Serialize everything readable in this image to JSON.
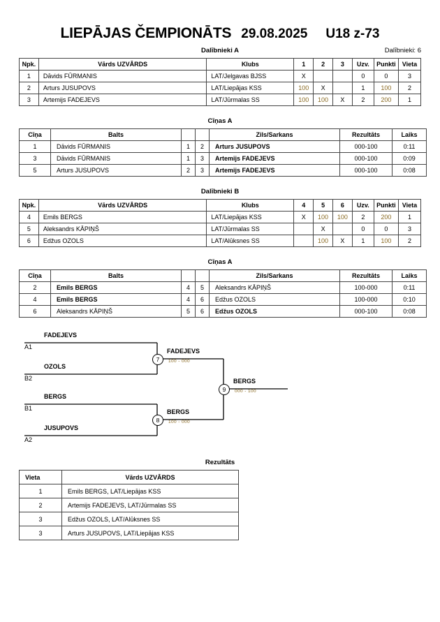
{
  "header": {
    "title": "LIEPĀJAS ČEMPIONĀTS",
    "date": "29.08.2025",
    "category": "U18 z-73",
    "section_label": "Dalībnieki A",
    "participants_count_label": "Dalībnieki: 6"
  },
  "group_a": {
    "caption": "Dalībnieki A",
    "columns": [
      "Npk.",
      "Vārds UZVĀRDS",
      "Klubs",
      "1",
      "2",
      "3",
      "Uzv.",
      "Punkti",
      "Vieta"
    ],
    "rows": [
      {
        "npk": "1",
        "name": "Dāvids FŪRMANIS",
        "club": "LAT/Jelgavas BJSS",
        "vs": [
          "X",
          "",
          ""
        ],
        "uzv": "0",
        "punkti": "0",
        "vieta": "3"
      },
      {
        "npk": "2",
        "name": "Arturs JUSUPOVS",
        "club": "LAT/Liepājas KSS",
        "vs": [
          "100",
          "X",
          ""
        ],
        "uzv": "1",
        "punkti": "100",
        "vieta": "2"
      },
      {
        "npk": "3",
        "name": "Artemijs FADEJEVS",
        "club": "LAT/Jūrmalas SS",
        "vs": [
          "100",
          "100",
          "X"
        ],
        "uzv": "2",
        "punkti": "200",
        "vieta": "1"
      }
    ]
  },
  "matches_a": {
    "caption": "Cīņas A",
    "columns": [
      "Cīņa",
      "Balts",
      "",
      "",
      "Zils/Sarkans",
      "Rezultāts",
      "Laiks"
    ],
    "rows": [
      {
        "no": "1",
        "white": "Dāvids FŪRMANIS",
        "n1": "1",
        "n2": "2",
        "blue": "Arturs JUSUPOVS",
        "result": "000-100",
        "time": "0:11",
        "winner": "blue"
      },
      {
        "no": "3",
        "white": "Dāvids FŪRMANIS",
        "n1": "1",
        "n2": "3",
        "blue": "Artemijs FADEJEVS",
        "result": "000-100",
        "time": "0:09",
        "winner": "blue"
      },
      {
        "no": "5",
        "white": "Arturs JUSUPOVS",
        "n1": "2",
        "n2": "3",
        "blue": "Artemijs FADEJEVS",
        "result": "000-100",
        "time": "0:08",
        "winner": "blue"
      }
    ]
  },
  "group_b": {
    "caption": "Dalībnieki B",
    "columns": [
      "Npk.",
      "Vārds UZVĀRDS",
      "Klubs",
      "4",
      "5",
      "6",
      "Uzv.",
      "Punkti",
      "Vieta"
    ],
    "rows": [
      {
        "npk": "4",
        "name": "Emils BERGS",
        "club": "LAT/Liepājas KSS",
        "vs": [
          "X",
          "100",
          "100"
        ],
        "uzv": "2",
        "punkti": "200",
        "vieta": "1"
      },
      {
        "npk": "5",
        "name": "Aleksandrs KĀPIŅŠ",
        "club": "LAT/Jūrmalas SS",
        "vs": [
          "",
          "X",
          ""
        ],
        "uzv": "0",
        "punkti": "0",
        "vieta": "3"
      },
      {
        "npk": "6",
        "name": "Edžus OZOLS",
        "club": "LAT/Alūksnes SS",
        "vs": [
          "",
          "100",
          "X"
        ],
        "uzv": "1",
        "punkti": "100",
        "vieta": "2"
      }
    ]
  },
  "matches_b": {
    "caption": "Cīņas A",
    "columns": [
      "Cīņa",
      "Balts",
      "",
      "",
      "Zils/Sarkans",
      "Rezultāts",
      "Laiks"
    ],
    "rows": [
      {
        "no": "2",
        "white": "Emils BERGS",
        "n1": "4",
        "n2": "5",
        "blue": "Aleksandrs KĀPIŅŠ",
        "result": "100-000",
        "time": "0:11",
        "winner": "white"
      },
      {
        "no": "4",
        "white": "Emils BERGS",
        "n1": "4",
        "n2": "6",
        "blue": "Edžus OZOLS",
        "result": "100-000",
        "time": "0:10",
        "winner": "white"
      },
      {
        "no": "6",
        "white": "Aleksandrs KĀPIŅŠ",
        "n1": "5",
        "n2": "6",
        "blue": "Edžus OZOLS",
        "result": "000-100",
        "time": "0:08",
        "winner": "blue"
      }
    ]
  },
  "bracket": {
    "entries": [
      {
        "name": "FADEJEVS",
        "seed": "A1"
      },
      {
        "name": "OZOLS",
        "seed": "B2"
      },
      {
        "name": "BERGS",
        "seed": "B1"
      },
      {
        "name": "JUSUPOVS",
        "seed": "A2"
      }
    ],
    "nodes": [
      {
        "num": "7",
        "name": "FADEJEVS",
        "score": "100 - 000"
      },
      {
        "num": "8",
        "name": "BERGS",
        "score": "100 - 000"
      },
      {
        "num": "9",
        "name": "BERGS",
        "score": "000 - 100"
      }
    ]
  },
  "results": {
    "caption": "Rezultāts",
    "columns": [
      "Vieta",
      "Vārds UZVĀRDS"
    ],
    "rows": [
      {
        "pos": "1",
        "name": "Emils BERGS, LAT/Liepājas KSS"
      },
      {
        "pos": "2",
        "name": "Artemijs FADEJEVS, LAT/Jūrmalas SS"
      },
      {
        "pos": "3",
        "name": "Edžus OZOLS, LAT/Alūksnes SS"
      },
      {
        "pos": "3",
        "name": "Arturs JUSUPOVS, LAT/Liepājas KSS"
      }
    ]
  },
  "colors": {
    "score_accent": "#8a6a22",
    "border": "#000000"
  }
}
